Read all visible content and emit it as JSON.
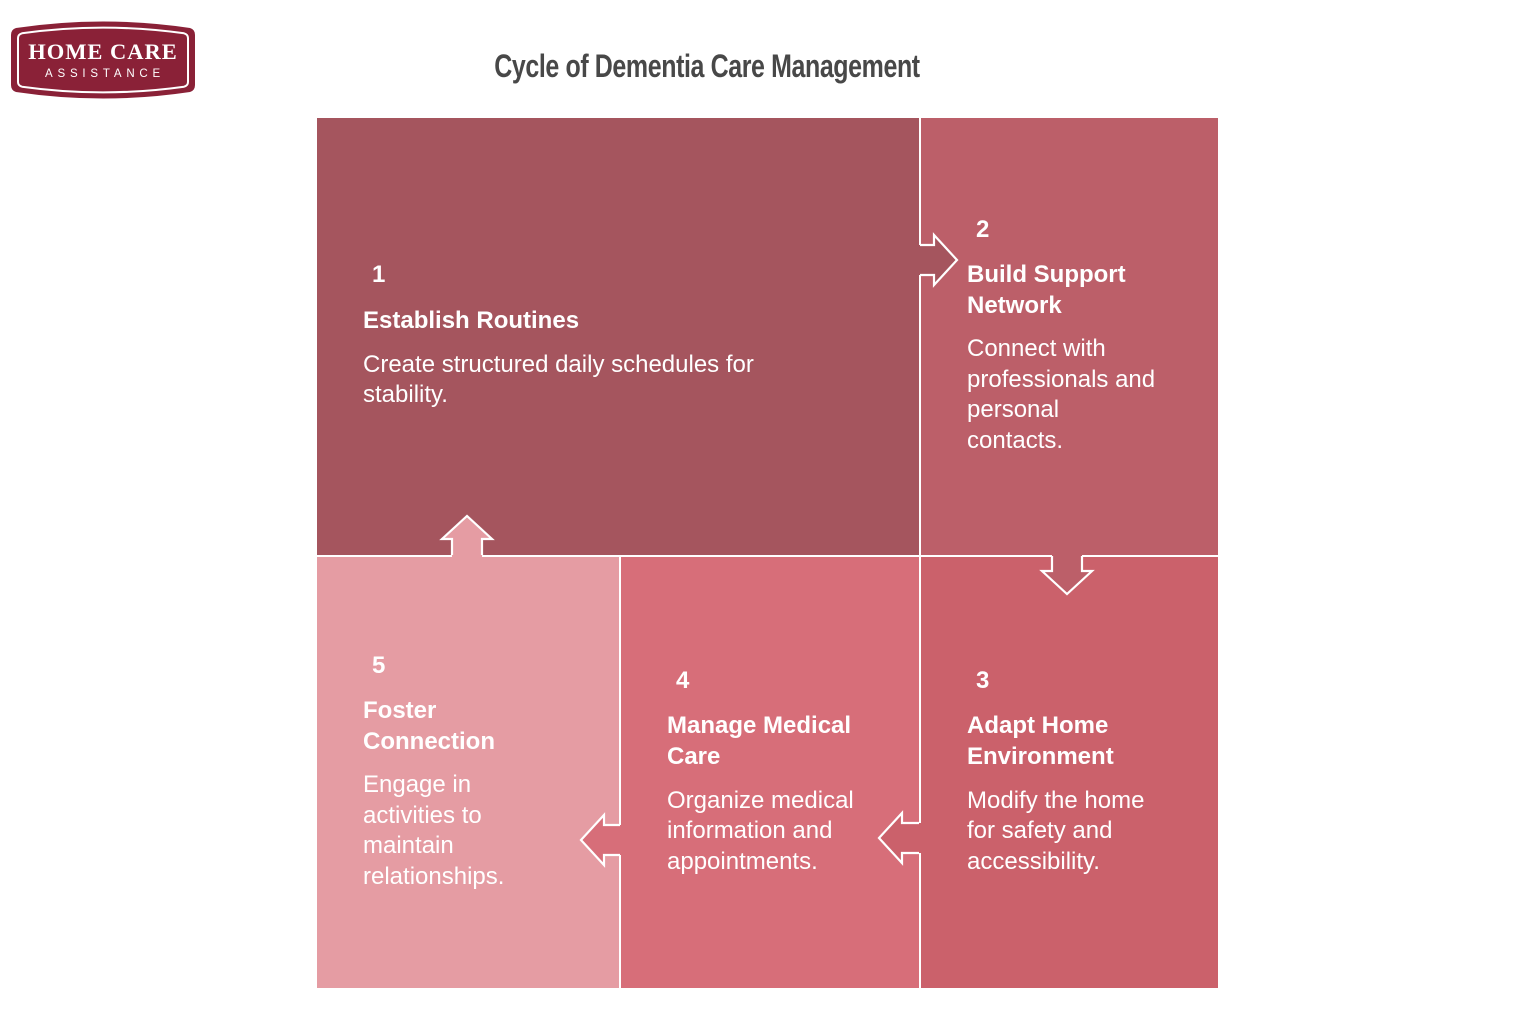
{
  "logo": {
    "name": "HOME CARE",
    "subname": "ASSISTANCE",
    "badge_color": "#8A2137"
  },
  "header": {
    "title": "Cycle of Dementia Care Management"
  },
  "steps": [
    {
      "number": "1",
      "title": "Establish Routines",
      "description": "Create structured daily schedules for\nstability.",
      "color": "#A5555E"
    },
    {
      "number": "2",
      "title": "Build Support\nNetwork",
      "description": "Connect with\nprofessionals and\npersonal\ncontacts.",
      "color": "#BC5F69"
    },
    {
      "number": "3",
      "title": "Adapt Home\nEnvironment",
      "description": "Modify the home\nfor safety and\naccessibility.",
      "color": "#CB616B"
    },
    {
      "number": "4",
      "title": "Manage Medical\nCare",
      "description": "Organize medical\ninformation and\nappointments.",
      "color": "#D76E79"
    },
    {
      "number": "5",
      "title": "Foster\nConnection",
      "description": "Engage in\nactivities to\nmaintain\nrelationships.",
      "color": "#E59CA3"
    }
  ]
}
